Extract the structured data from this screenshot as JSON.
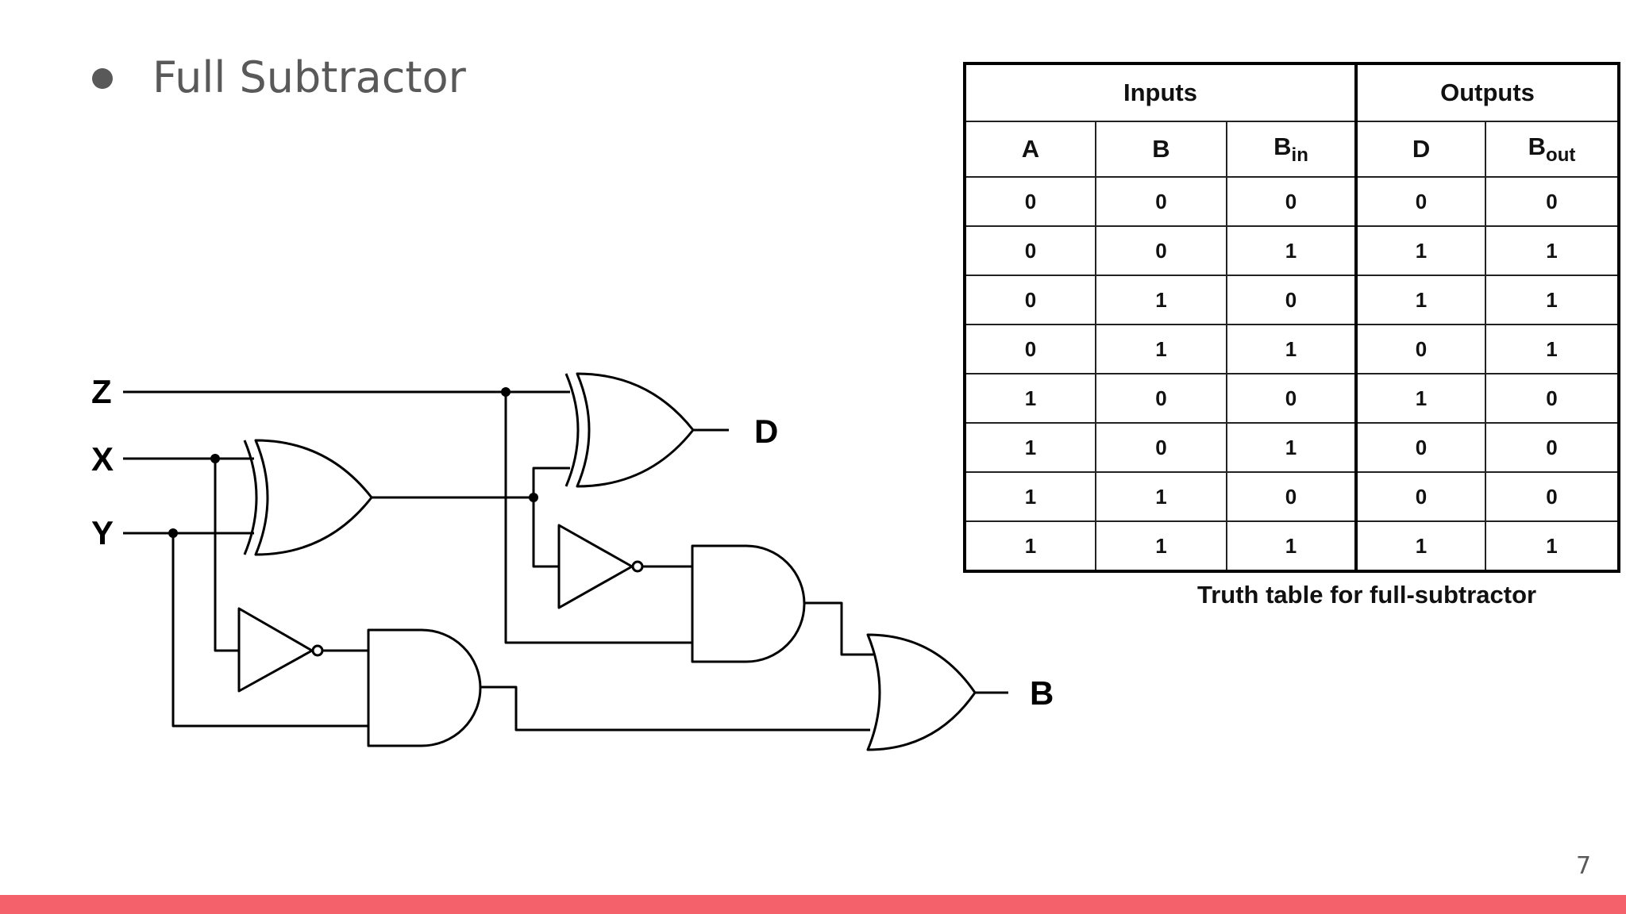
{
  "slide": {
    "title": "Full Subtractor",
    "page_number": "7",
    "accent_color": "#f4616a",
    "text_color": "#595959"
  },
  "circuit": {
    "inputs": [
      "Z",
      "X",
      "Y"
    ],
    "outputs": [
      "D",
      "B"
    ]
  },
  "truth_table": {
    "group_headers": [
      "Inputs",
      "Outputs"
    ],
    "columns": [
      {
        "main": "A",
        "sub": ""
      },
      {
        "main": "B",
        "sub": ""
      },
      {
        "main": "B",
        "sub": "in"
      },
      {
        "main": "D",
        "sub": ""
      },
      {
        "main": "B",
        "sub": "out"
      }
    ],
    "rows": [
      [
        "0",
        "0",
        "0",
        "0",
        "0"
      ],
      [
        "0",
        "0",
        "1",
        "1",
        "1"
      ],
      [
        "0",
        "1",
        "0",
        "1",
        "1"
      ],
      [
        "0",
        "1",
        "1",
        "0",
        "1"
      ],
      [
        "1",
        "0",
        "0",
        "1",
        "0"
      ],
      [
        "1",
        "0",
        "1",
        "0",
        "0"
      ],
      [
        "1",
        "1",
        "0",
        "0",
        "0"
      ],
      [
        "1",
        "1",
        "1",
        "1",
        "1"
      ]
    ],
    "caption": "Truth table for full-subtractor"
  }
}
